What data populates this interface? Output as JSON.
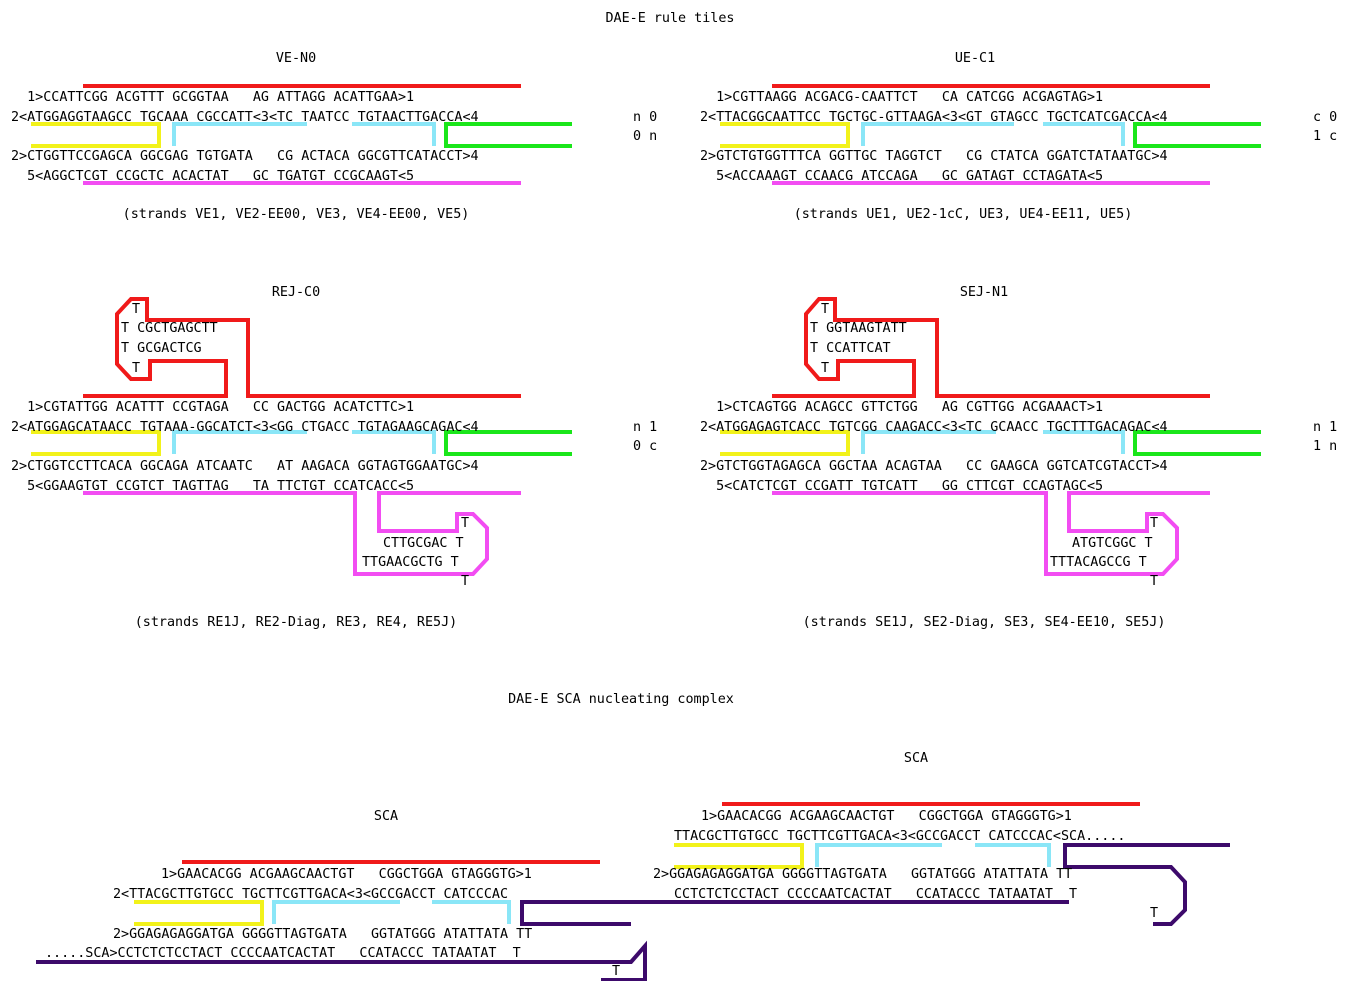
{
  "colors": {
    "red": "#f01a1a",
    "yellow": "#f2f21a",
    "cyan": "#8ae6f7",
    "green": "#1ae61a",
    "magenta": "#f24df2",
    "purple": "#3d0a6b"
  },
  "headings": {
    "rule_tiles": "DAE-E rule tiles",
    "nucleating": "DAE-E SCA nucleating complex"
  },
  "tiles": [
    {
      "title": "VE-N0",
      "rows": [
        "  1>CCATTCGG ACGTTT GCGGTAA   AG ATTAGG ACATTGAA>1",
        "2<ATGGAGGTAAGCC TGCAAA CGCCATT<3<TC TAATCC TGTAACTTGACCA<4",
        "2>CTGGTTCCGAGCA GGCGAG TGTGATA   CG ACTACA GGCGTTCATACCT>4",
        "  5<AGGCTCGT CCGCTC ACACTAT   GC TGATGT CCGCAAGT<5"
      ],
      "side": [
        "n 0",
        "0 n"
      ],
      "caption": "(strands VE1, VE2-EE00, VE3, VE4-EE00, VE5)"
    },
    {
      "title": "UE-C1",
      "rows": [
        "  1>CGTTAAGG ACGACG-CAATTCT   CA CATCGG ACGAGTAG>1",
        "2<TTACGGCAATTCC TGCTGC-GTTAAGA<3<GT GTAGCC TGCTCATCGACCA<4",
        "2>GTCTGTGGTTTCA GGTTGC TAGGTCT   CG CTATCA GGATCTATAATGC>4",
        "  5<ACCAAAGT CCAACG ATCCAGA   GC GATAGT CCTAGATA<5"
      ],
      "side": [
        "c 0",
        "1 c"
      ],
      "caption": "(strands UE1, UE2-1cC, UE3, UE4-EE11, UE5)"
    },
    {
      "title": "REJ-C0",
      "rows": [
        "  1>CGTATTGG ACATTT CCGTAGA   CC GACTGG ACATCTTC>1",
        "2<ATGGAGCATAACC TGTAAA-GGCATCT<3<GG CTGACC TGTAGAAGCAGAC<4",
        "2>CTGGTCCTTCACA GGCAGA ATCAATC   AT AAGACA GGTAGTGGAATGC>4",
        "  5<GGAAGTGT CCGTCT TAGTTAG   TA TTCTGT CCATCACC<5"
      ],
      "hairpin_top": [
        "T",
        "T CGCTGAGCTT",
        "T GCGACTCG",
        "T"
      ],
      "hairpin_bottom": [
        "T",
        "CTTGCGAC T",
        "TTGAACGCTG T",
        "T"
      ],
      "side": [
        "n 1",
        "0 c"
      ],
      "caption": "(strands RE1J, RE2-Diag, RE3, RE4, RE5J)"
    },
    {
      "title": "SEJ-N1",
      "rows": [
        "  1>CTCAGTGG ACAGCC GTTCTGG   AG CGTTGG ACGAAACT>1",
        "2<ATGGAGAGTCACC TGTCGG CAAGACC<3<TC GCAACC TGCTTTGACAGAC<4",
        "2>GTCTGGTAGAGCA GGCTAA ACAGTAA   CC GAAGCA GGTCATCGTACCT>4",
        "  5<CATCTCGT CCGATT TGTCATT   GG CTTCGT CCAGTAGC<5"
      ],
      "hairpin_top": [
        "T",
        "T GGTAAGTATT",
        "T CCATTCAT",
        "T"
      ],
      "hairpin_bottom": [
        "T",
        "ATGTCGGC T",
        "TTTACAGCCG T",
        "T"
      ],
      "side": [
        "n 1",
        "1 n"
      ],
      "caption": "(strands SE1J, SE2-Diag, SE3, SE4-EE10, SE5J)"
    }
  ],
  "sca": [
    {
      "title": "SCA",
      "rows": [
        "1>GAACACGG ACGAAGCAACTGT   CGGCTGGA GTAGGGTG>1",
        "2<TTACGCTTGTGCC TGCTTCGTTGACA<3<GCCGACCT CATCCCAC",
        "2>GGAGAGAGGATGA GGGGTTAGTGATA   GGTATGGG ATATTATA TT",
        ".....SCA>CCTCTCTCCTACT CCCCAATCACTAT   CCATACCC TATAATAT  T",
        "T"
      ]
    },
    {
      "title": "SCA",
      "rows": [
        "1>GAACACGG ACGAAGCAACTGT   CGGCTGGA GTAGGGTG>1",
        "TTACGCTTGTGCC TGCTTCGTTGACA<3<GCCGACCT CATCCCAC<SCA.....",
        "2>GGAGAGAGGATGA GGGGTTAGTGATA   GGTATGGG ATATTATA TT",
        "CCTCTCTCCTACT CCCCAATCACTAT   CCATACCC TATAATAT  T",
        "T"
      ]
    }
  ]
}
